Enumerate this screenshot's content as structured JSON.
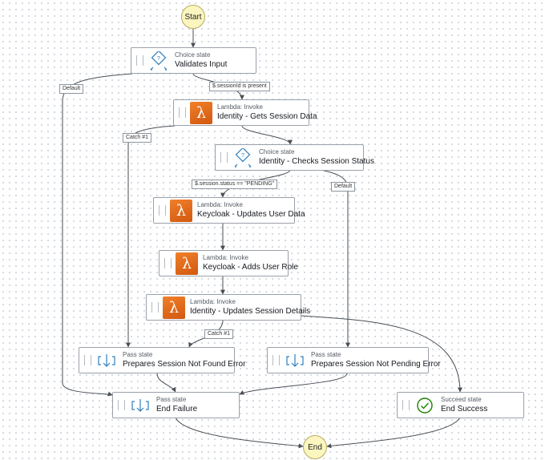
{
  "nodes": {
    "start": {
      "label": "Start"
    },
    "end": {
      "label": "End"
    },
    "validates_input": {
      "type": "Choice state",
      "name": "Validates Input",
      "icon": "choice-state-icon"
    },
    "gets_session_data": {
      "type": "Lambda: Invoke",
      "name": "Identity - Gets Session Data",
      "icon": "lambda-icon"
    },
    "checks_session_status": {
      "type": "Choice state",
      "name": "Identity - Checks Session Status",
      "icon": "choice-state-icon"
    },
    "updates_user_data": {
      "type": "Lambda: Invoke",
      "name": "Keycloak - Updates User Data",
      "icon": "lambda-icon"
    },
    "adds_user_role": {
      "type": "Lambda: Invoke",
      "name": "Keycloak - Adds User Role",
      "icon": "lambda-icon"
    },
    "updates_session_details": {
      "type": "Lambda: Invoke",
      "name": "Identity - Updates Session Details",
      "icon": "lambda-icon"
    },
    "session_not_found": {
      "type": "Pass state",
      "name": "Prepares Session Not Found Error",
      "icon": "pass-state-icon"
    },
    "session_not_pending": {
      "type": "Pass state",
      "name": "Prepares Session Not Pending Error",
      "icon": "pass-state-icon"
    },
    "end_failure": {
      "type": "Pass state",
      "name": "End Failure",
      "icon": "pass-state-icon"
    },
    "end_success": {
      "type": "Succeed state",
      "name": "End Success",
      "icon": "succeed-state-icon"
    }
  },
  "edge_labels": {
    "default_1": "Default",
    "session_id_present": "$.sessionId is present",
    "catch_1": "Catch #1",
    "status_pending": "$.session.status == \"PENDING\"",
    "default_2": "Default",
    "catch_2": "Catch #1"
  },
  "colors": {
    "terminal_fill": "#fbf5bf",
    "lambda_orange": "#e8711c",
    "icon_blue": "#2f7fbf",
    "succeed_green": "#1d8102",
    "edge_line": "#4a4f55"
  }
}
